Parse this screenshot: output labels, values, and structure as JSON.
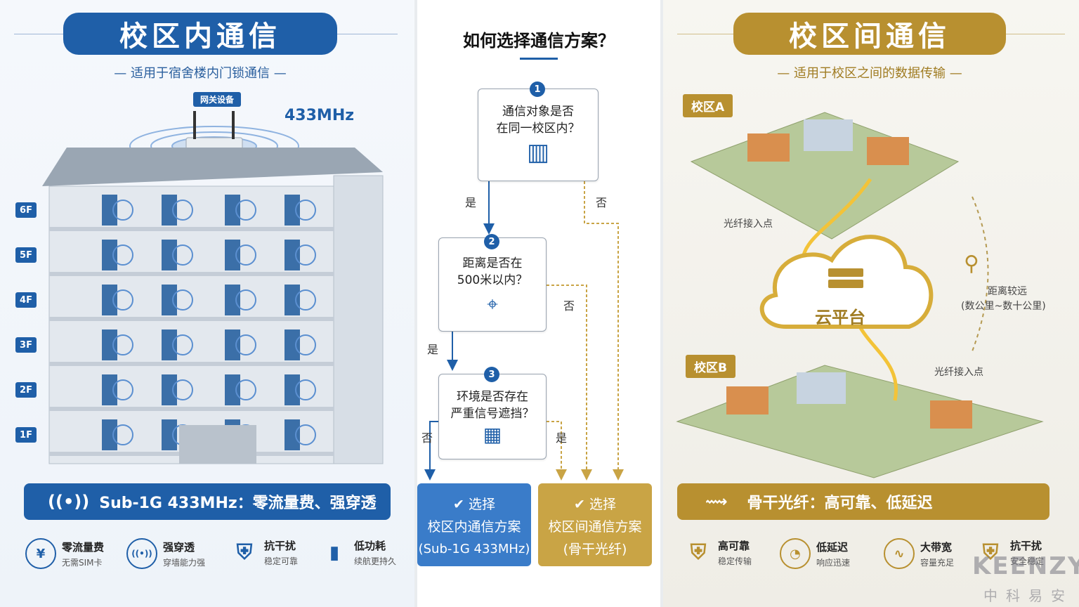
{
  "left": {
    "title": "校区内通信",
    "subtitle": "— 适用于宿舍楼内门锁通信 —",
    "gateway_label": "网关设备",
    "frequency": "433MHz",
    "floors": [
      "6F",
      "5F",
      "4F",
      "3F",
      "2F",
      "1F"
    ],
    "bar_text": "Sub-1G 433MHz：零流量费、强穿透",
    "features": [
      {
        "icon": "yen-icon",
        "title": "零流量费",
        "desc": "无需SIM卡"
      },
      {
        "icon": "signal-icon",
        "title": "强穿透",
        "desc": "穿墙能力强"
      },
      {
        "icon": "shield-icon",
        "title": "抗干扰",
        "desc": "稳定可靠"
      },
      {
        "icon": "battery-icon",
        "title": "低功耗",
        "desc": "续航更持久"
      }
    ]
  },
  "middle": {
    "title": "如何选择通信方案？",
    "steps": [
      {
        "num": "1",
        "line1": "通信对象是否",
        "line2": "在同一校区内？",
        "icon": "building-icon"
      },
      {
        "num": "2",
        "line1": "距离是否在",
        "line2": "500米以内？",
        "icon": "location-icon"
      },
      {
        "num": "3",
        "line1": "环境是否存在",
        "line2": "严重信号遮挡？",
        "icon": "wall-icon"
      }
    ],
    "labels": {
      "yes1": "是",
      "no1": "否",
      "yes2": "是",
      "no2": "否",
      "no3": "否",
      "yes3": "是"
    },
    "result_a": {
      "select": "选择",
      "line1": "校区内通信方案",
      "line2": "(Sub-1G 433MHz)"
    },
    "result_b": {
      "select": "选择",
      "line1": "校区间通信方案",
      "line2": "(骨干光纤)"
    }
  },
  "right": {
    "title": "校区间通信",
    "subtitle": "— 适用于校区之间的数据传输 —",
    "campus_a": "校区A",
    "campus_b": "校区B",
    "fiber_point_a": "光纤接入点",
    "fiber_point_b": "光纤接入点",
    "cloud": "云平台",
    "distance_line1": "距离较远",
    "distance_line2": "(数公里~数十公里)",
    "bar_text": "骨干光纤：高可靠、低延迟",
    "features": [
      {
        "icon": "shield-check-icon",
        "title": "高可靠",
        "desc": "稳定传输"
      },
      {
        "icon": "speedometer-icon",
        "title": "低延迟",
        "desc": "响应迅速"
      },
      {
        "icon": "bandwidth-icon",
        "title": "大带宽",
        "desc": "容量充足"
      },
      {
        "icon": "shield-icon",
        "title": "抗干扰",
        "desc": "安全稳定"
      }
    ]
  },
  "watermark": {
    "brand": "KEENZY",
    "cn": "中科易安"
  },
  "colors": {
    "blue": "#1f5fa8",
    "gold": "#b89030",
    "result_blue": "#3a7cc9",
    "result_gold": "#c9a445"
  }
}
